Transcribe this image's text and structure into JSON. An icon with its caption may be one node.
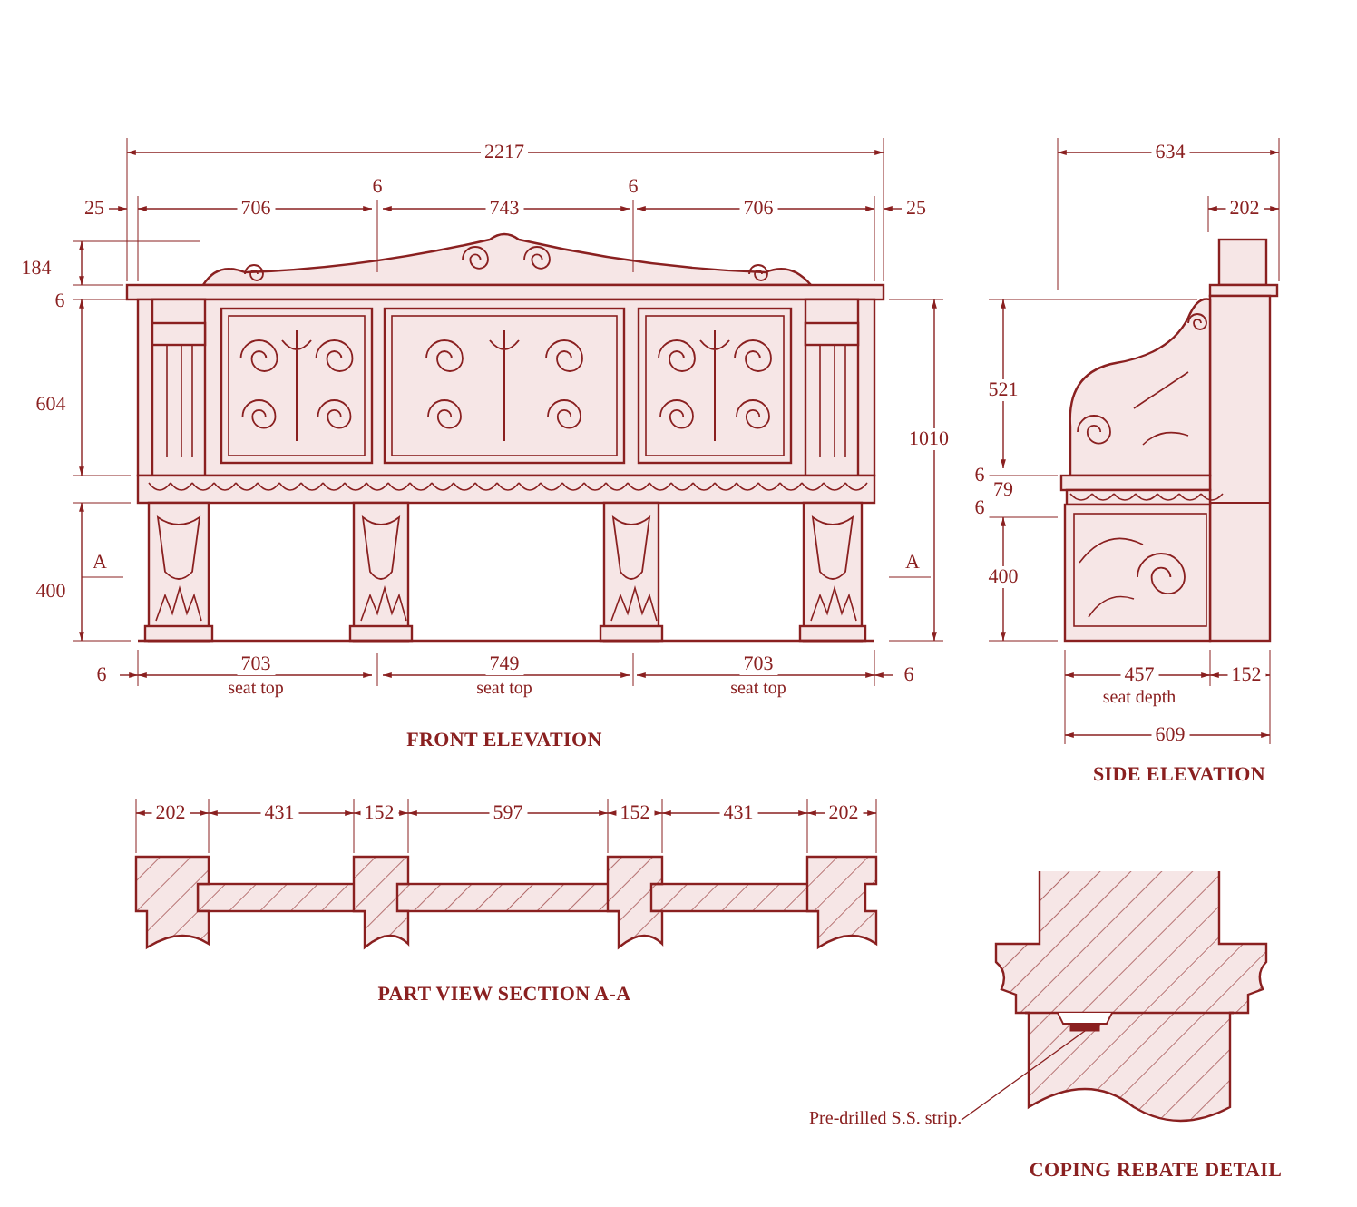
{
  "diagram": {
    "nodes": [
      {
        "text": [
          "Pre-drilled S.S. strip."
        ]
      },
      {
        "text": [],
        "shape": "bar"
      }
    ],
    "edges": [
      {
        "from": 0,
        "to": 1,
        "arrow": "none"
      }
    ],
    "labels": [
      "2217",
      "25",
      "706",
      "6",
      "743",
      "6",
      "706",
      "25",
      "634",
      "202",
      "184",
      "6",
      "604",
      "521",
      "1010",
      "6",
      "79",
      "6",
      "A",
      "A",
      "400",
      "400",
      "6",
      "703",
      "seat top",
      "749",
      "seat top",
      "703",
      "seat top",
      "6",
      "457",
      "seat depth",
      "152",
      "FRONT ELEVATION",
      "609",
      "SIDE ELEVATION",
      "202",
      "431",
      "152",
      "597",
      "152",
      "431",
      "202",
      "PART VIEW SECTION A-A",
      "COPING REBATE DETAIL"
    ]
  }
}
